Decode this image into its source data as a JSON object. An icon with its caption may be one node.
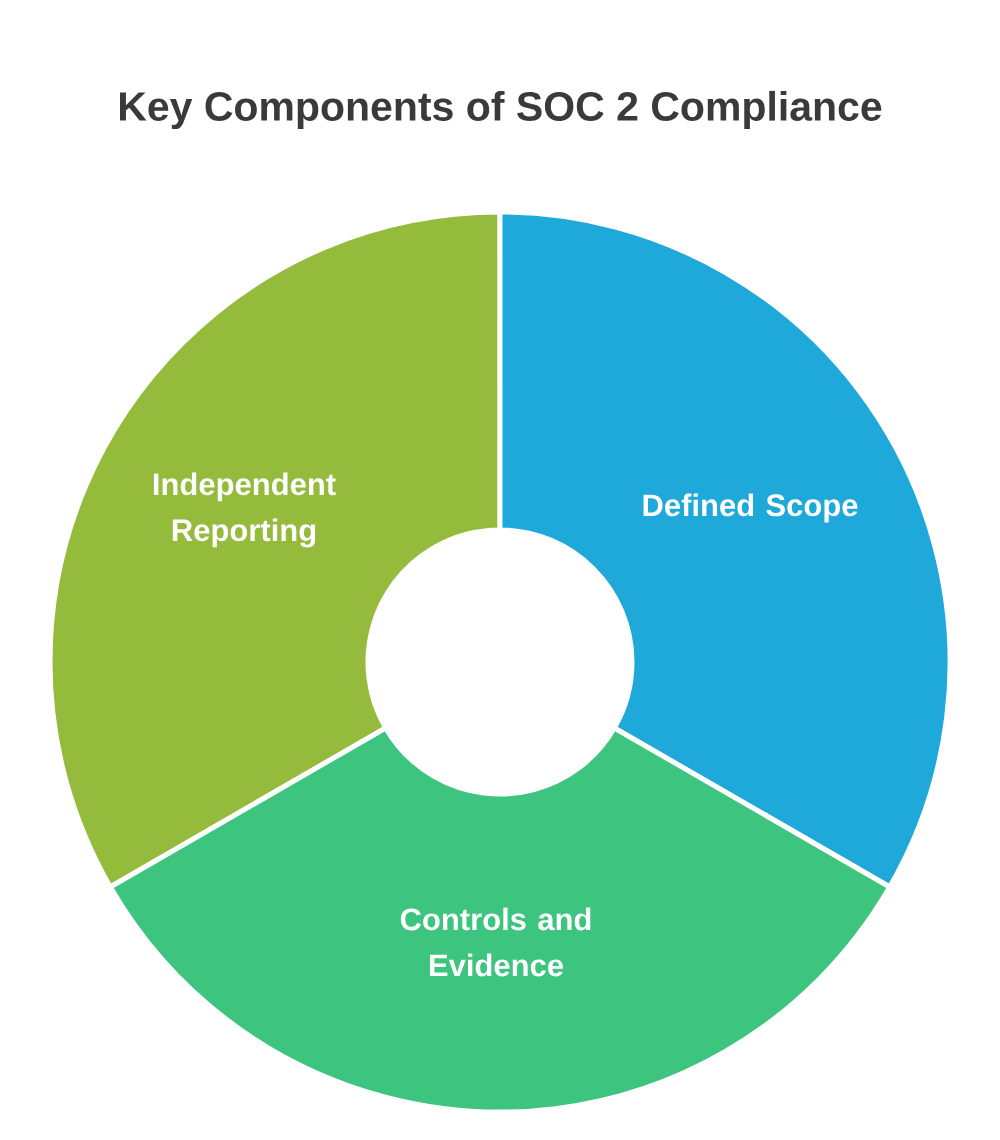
{
  "diagram": {
    "title": "Key Components of SOC 2 Compliance",
    "nodes": [
      {
        "text": [
          "Independent Reporting"
        ]
      },
      {
        "text": [
          "Defined Scope"
        ]
      },
      {
        "text": [
          "Controls and Evidence"
        ]
      }
    ]
  }
}
